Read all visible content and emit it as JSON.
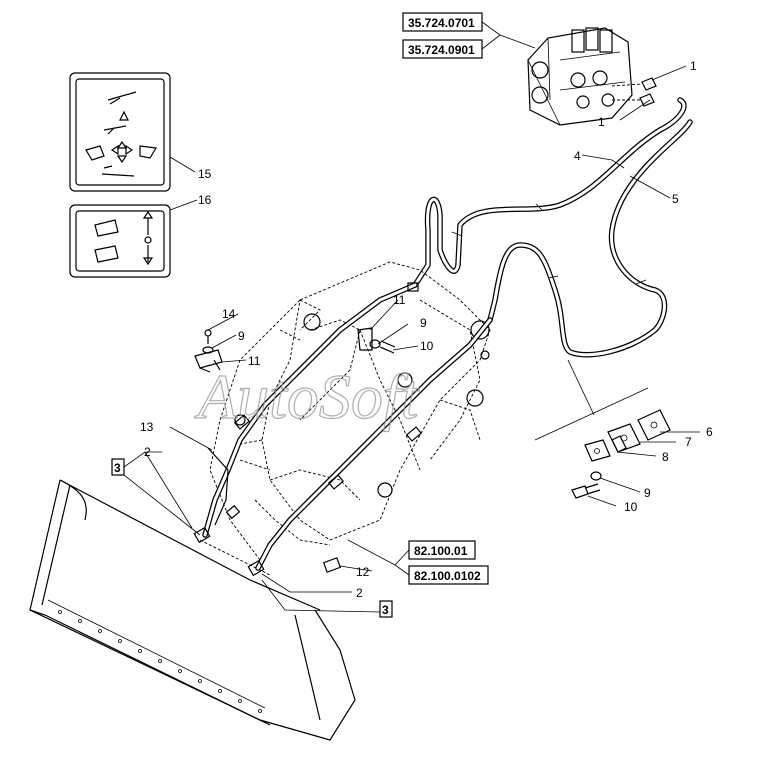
{
  "part_refs": {
    "valve_ref_a": "35.724.0701",
    "valve_ref_b": "35.724.0901",
    "pipe_ref_a": "82.100.01",
    "pipe_ref_b": "82.100.0102"
  },
  "callouts": {
    "c1a": "1",
    "c1b": "1",
    "c4": "4",
    "c5": "5",
    "c15": "15",
    "c16": "16",
    "c14": "14",
    "c9a": "9",
    "c11a": "11",
    "c11b": "11",
    "c9b": "9",
    "c10a": "10",
    "c13": "13",
    "c2a": "2",
    "c3a": "3",
    "c6": "6",
    "c7": "7",
    "c8": "8",
    "c9c": "9",
    "c10b": "10",
    "c12": "12",
    "c2b": "2",
    "c3b": "3"
  },
  "watermark": "AutoSoft"
}
